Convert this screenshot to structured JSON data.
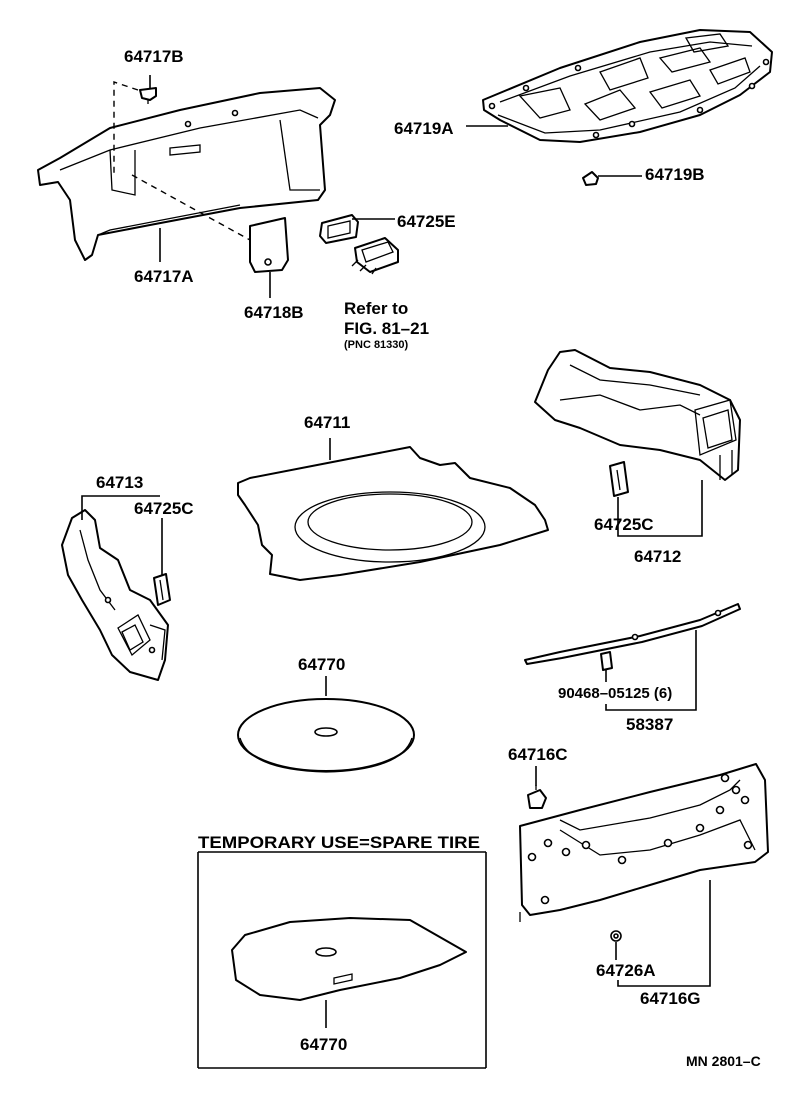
{
  "labels": {
    "p64717B": "64717B",
    "p64717A": "64717A",
    "p64718B": "64718B",
    "p64719A": "64719A",
    "p64719B": "64719B",
    "p64725E": "64725E",
    "refer_line1": "Refer to",
    "refer_line2": "FIG. 81–21",
    "refer_line3": "(PNC 81330)",
    "p64711": "64711",
    "p64713": "64713",
    "p64725C_left": "64725C",
    "p64725C_right": "64725C",
    "p64712": "64712",
    "p64770_top": "64770",
    "p90468": "90468–05125 (6)",
    "p58387": "58387",
    "p64716C": "64716C",
    "p64726A": "64726A",
    "p64716G": "64716G",
    "temp_title": "TEMPORARY USE=SPARE TIRE",
    "p64770_bottom": "64770",
    "figure_code": "MN 2801–C"
  }
}
